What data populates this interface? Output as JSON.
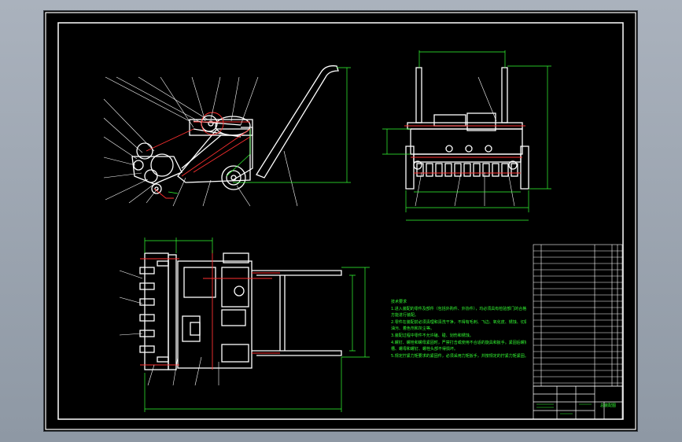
{
  "technical_notes": {
    "heading": "技术要求",
    "lines": [
      "1.进入装配的零件及部件（包括外购件、外协件），均必须具有检验部门的合格证",
      "方能进行装配。",
      "2.零件在装配前必须清理和清洗干净，不得有毛刺、飞边、氧化皮、锈蚀、切屑、",
      "油污、着色剂和灰尘等。",
      "3.装配过程中零件不允许磕、碰、划伤和锈蚀。",
      "4.螺钉、螺栓和螺母紧固时，严禁打击或使用不合适的旋具和扳手。紧固后螺钉",
      "槽、螺母和螺钉、螺栓头部不得损坏。",
      "5.规定拧紧力矩要求的紧固件，必须采用力矩扳手，并按规定的拧紧力矩紧固。"
    ]
  },
  "title_block": {
    "drawing_title": "总装配图"
  },
  "colors": {
    "sheet": "#000000",
    "part_lines": "#ffffff",
    "hidden_red": "#ff3030",
    "dimension": "#33ff33",
    "frame": "#ffffff"
  }
}
